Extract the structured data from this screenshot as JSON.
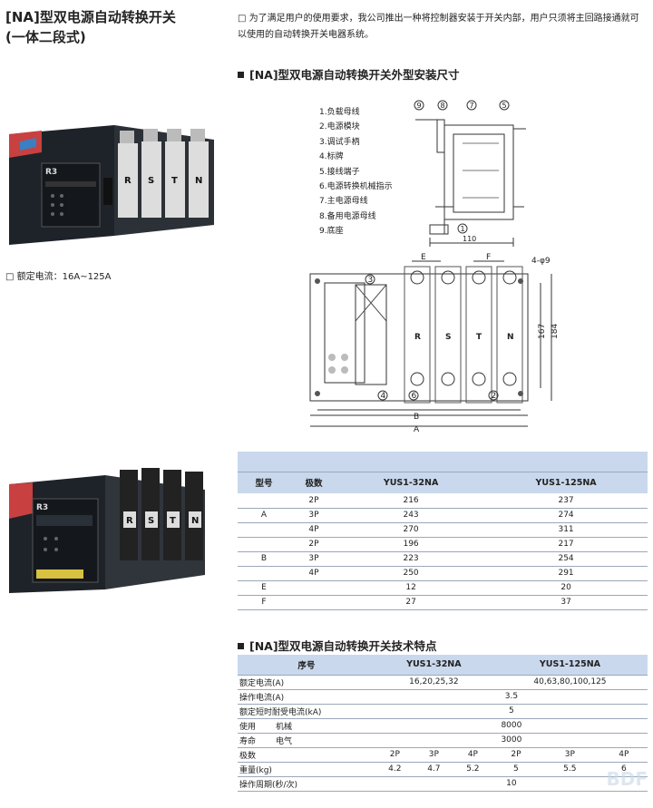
{
  "header": {
    "title_line1": "[NA]型双电源自动转换开关",
    "title_line2": "(一体二段式)",
    "intro": "□ 为了满足用户的使用要求，我公司推出一种将控制器安装于开关内部，用户只须将主回路接通就可以使用的自动转换开关电器系统。",
    "rated_current": "□ 额定电流：16A~125A"
  },
  "dimensions_section": {
    "title": "[NA]型双电源自动转换开关外型安装尺寸",
    "legend": [
      "1.负载母线",
      "2.电源模块",
      "3.调试手柄",
      "4.标牌",
      "5.接线端子",
      "6.电源转换机械指示",
      "7.主电源母线",
      "8.备用电源母线",
      "9.底座"
    ],
    "side_view": {
      "callouts": [
        "9",
        "8",
        "7",
        "5",
        "1"
      ],
      "width_label": "110"
    },
    "top_view": {
      "labels": {
        "E": "E",
        "F": "F",
        "holes": "4-φ9",
        "B": "B",
        "A": "A",
        "h1": "167",
        "h2": "184"
      },
      "callouts": [
        "3",
        "4",
        "6",
        "2"
      ],
      "poles": [
        "R",
        "S",
        "T",
        "N"
      ]
    }
  },
  "photos": {
    "photo1": {
      "brand": "R3",
      "poles": [
        "R",
        "S",
        "T",
        "N"
      ]
    },
    "photo2": {
      "brand": "R3",
      "poles": [
        "R",
        "S",
        "T",
        "N"
      ]
    }
  },
  "dimension_table": {
    "headers": [
      "型号",
      "极数",
      "YUS1-32NA",
      "YUS1-125NA"
    ],
    "rows": [
      [
        "",
        "2P",
        "216",
        "237"
      ],
      [
        "A",
        "3P",
        "243",
        "274"
      ],
      [
        "",
        "4P",
        "270",
        "311"
      ],
      [
        "",
        "2P",
        "196",
        "217"
      ],
      [
        "B",
        "3P",
        "223",
        "254"
      ],
      [
        "",
        "4P",
        "250",
        "291"
      ],
      [
        "E",
        "",
        "12",
        "20"
      ],
      [
        "F",
        "",
        "27",
        "37"
      ]
    ]
  },
  "tech_section": {
    "title": "[NA]型双电源自动转换开关技术特点",
    "headers": [
      "序号",
      "YUS1-32NA",
      "YUS1-125NA"
    ],
    "rated_current": {
      "label": "额定电流(A)",
      "v32": "16,20,25,32",
      "v125": "40,63,80,100,125"
    },
    "operating_current": {
      "label": "操作电流(A)",
      "value": "3.5"
    },
    "short_time": {
      "label": "额定短时耐受电流(kA)",
      "value": "5"
    },
    "life": {
      "label1": "使用",
      "label2": "寿命",
      "mech": "机械",
      "elec": "电气",
      "mech_value": "8000",
      "elec_value": "3000"
    },
    "poles": {
      "label": "极数",
      "values": [
        "2P",
        "3P",
        "4P",
        "2P",
        "3P",
        "4P"
      ]
    },
    "weight": {
      "label": "重量(kg)",
      "values": [
        "4.2",
        "4.7",
        "5.2",
        "5",
        "5.5",
        "6"
      ]
    },
    "cycle": {
      "label": "操作周期(秒/次)",
      "value": "10"
    }
  },
  "watermark": "BDF"
}
